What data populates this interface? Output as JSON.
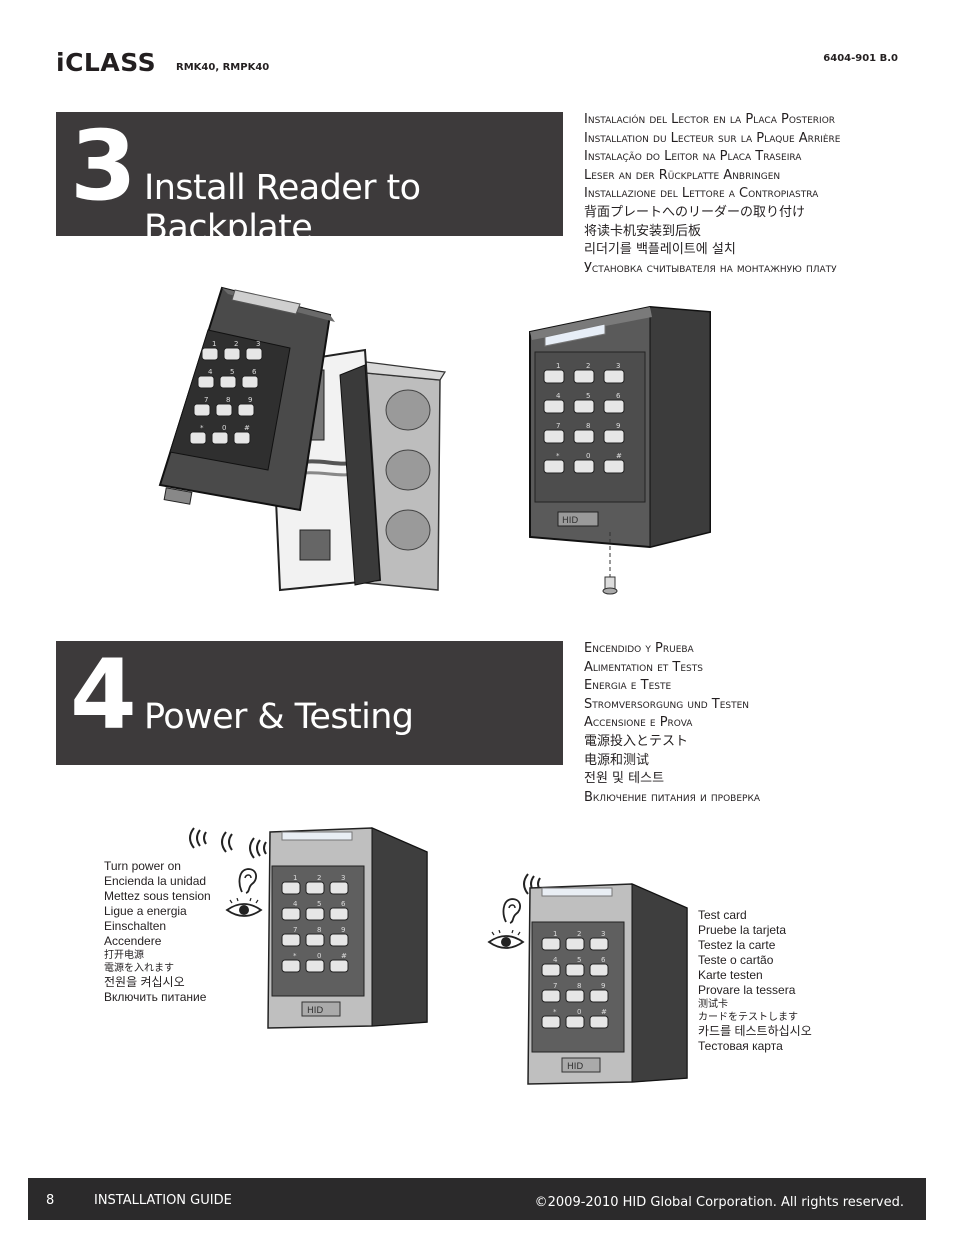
{
  "header": {
    "brand": "iCLASS",
    "models": "RMK40, RMPK40",
    "doc_number": "6404-901   B.0"
  },
  "step3": {
    "number": "3",
    "title": "Install Reader to Backplate",
    "translations": [
      "Instalación del Lector en la Placa Posterior",
      "Installation du Lecteur sur la Plaque Arrière",
      "Instalação do Leitor na Placa Traseira",
      "Leser an der Rückplatte Anbringen",
      "Installazione del Lettore a Contropiastra",
      "背面プレートへのリーダーの取り付け",
      "将读卡机安装到后板",
      "리더기를 백플레이트에 설치",
      "Установка считывателя на монтажную плату"
    ]
  },
  "step4": {
    "number": "4",
    "title": "Power & Testing",
    "translations": [
      "Encendido y Prueba",
      "Alimentation et Tests",
      "Energia e Teste",
      "Stromversorgung und Testen",
      "Accensione e Prova",
      "電源投入とテスト",
      "电源和测试",
      "전원 및 테스트",
      "Включение питания и проверка"
    ],
    "power_callout": [
      "Turn power on",
      "Encienda la unidad",
      "Mettez sous tension",
      "Ligue a energia",
      "Einschalten",
      "Accendere",
      "打开电源",
      "電源を入れます",
      "전원을 켜십시오",
      "Включить питание"
    ],
    "test_callout": [
      "Test card",
      "Pruebe la tarjeta",
      "Testez la carte",
      "Teste o cartão",
      "Karte testen",
      "Provare la tessera",
      "测试卡",
      "カードをテストします",
      "카드를 테스트하십시오",
      "Тестовая карта"
    ]
  },
  "keypad_keys": [
    "1",
    "2",
    "3",
    "4",
    "5",
    "6",
    "7",
    "8",
    "9",
    "*",
    "0",
    "#"
  ],
  "logo_text": "HID",
  "footer": {
    "page": "8",
    "guide": "INSTALLATION GUIDE",
    "copyright": "©2009-2010 HID Global Corporation. All rights reserved."
  }
}
